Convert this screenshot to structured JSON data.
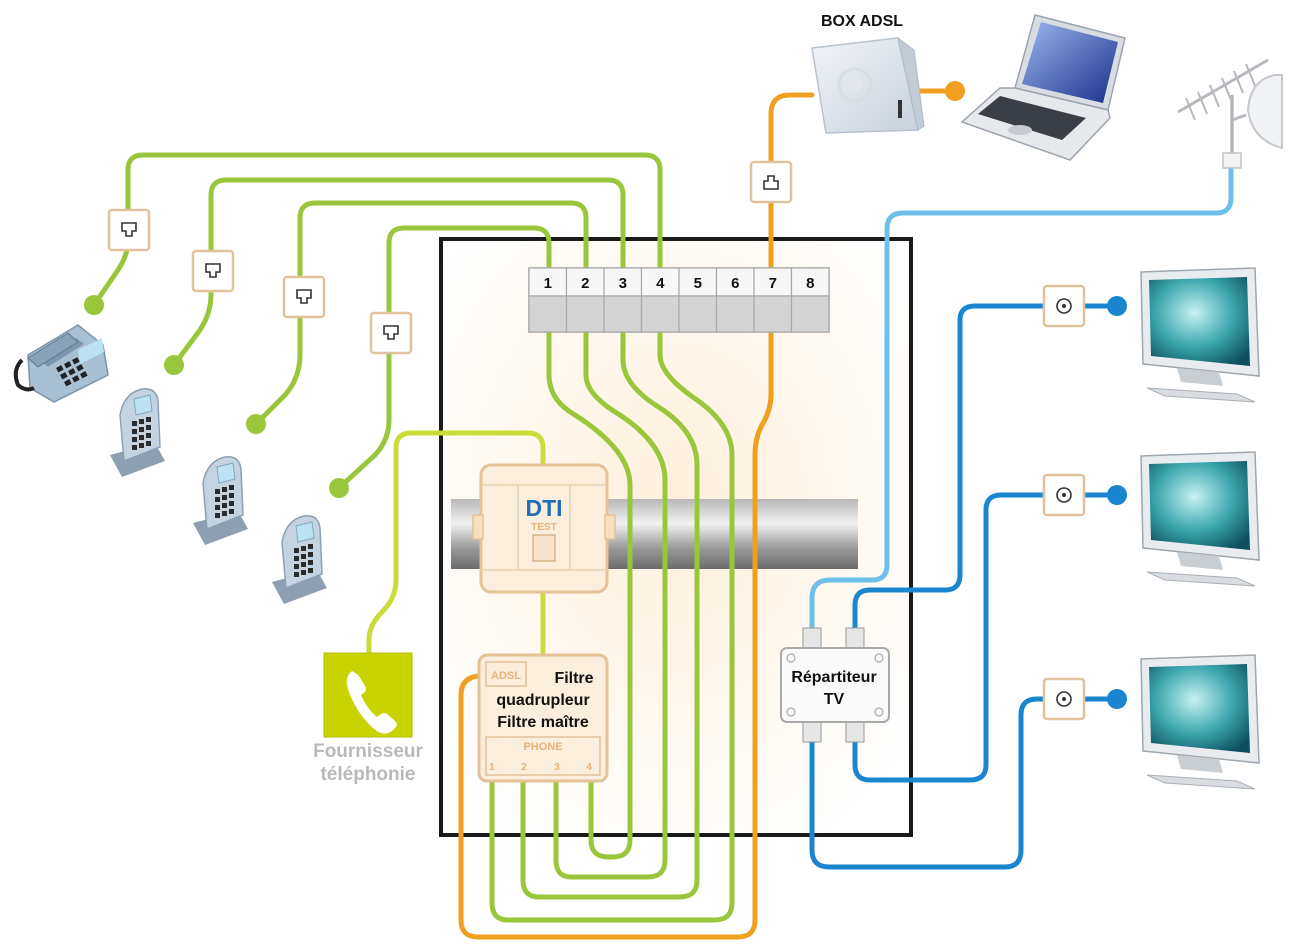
{
  "box_adsl": {
    "label": "BOX ADSL"
  },
  "panel": {
    "terminal_numbers": [
      "1",
      "2",
      "3",
      "4",
      "5",
      "6",
      "7",
      "8"
    ]
  },
  "dti": {
    "label": "DTI",
    "test": "TEST"
  },
  "filter": {
    "adsl": "ADSL",
    "line1": "Filtre",
    "line2": "quadrupleur",
    "line3": "Filtre maître",
    "phone": "PHONE",
    "ports": [
      "1",
      "2",
      "3",
      "4"
    ]
  },
  "splitter": {
    "line1": "Répartiteur",
    "line2": "TV"
  },
  "provider": {
    "line1": "Fournisseur",
    "line2": "téléphonie"
  },
  "colors": {
    "phone_cable": "#9ac63c",
    "provider_cable": "#c9dc3a",
    "adsl_cable": "#f0a020",
    "antenna_cable": "#6cc0ea",
    "tv_cable": "#1a86d0",
    "provider_icon": "#c8d400",
    "dti_text": "#1e6fb8",
    "filter_label": "#e8b478"
  },
  "icons": [
    "rj45-socket-icon",
    "coax-socket-icon",
    "desk-phone-icon",
    "cordless-phone-icon",
    "laptop-icon",
    "tv-icon",
    "antenna-icon",
    "handset-icon",
    "adsl-box-icon"
  ]
}
